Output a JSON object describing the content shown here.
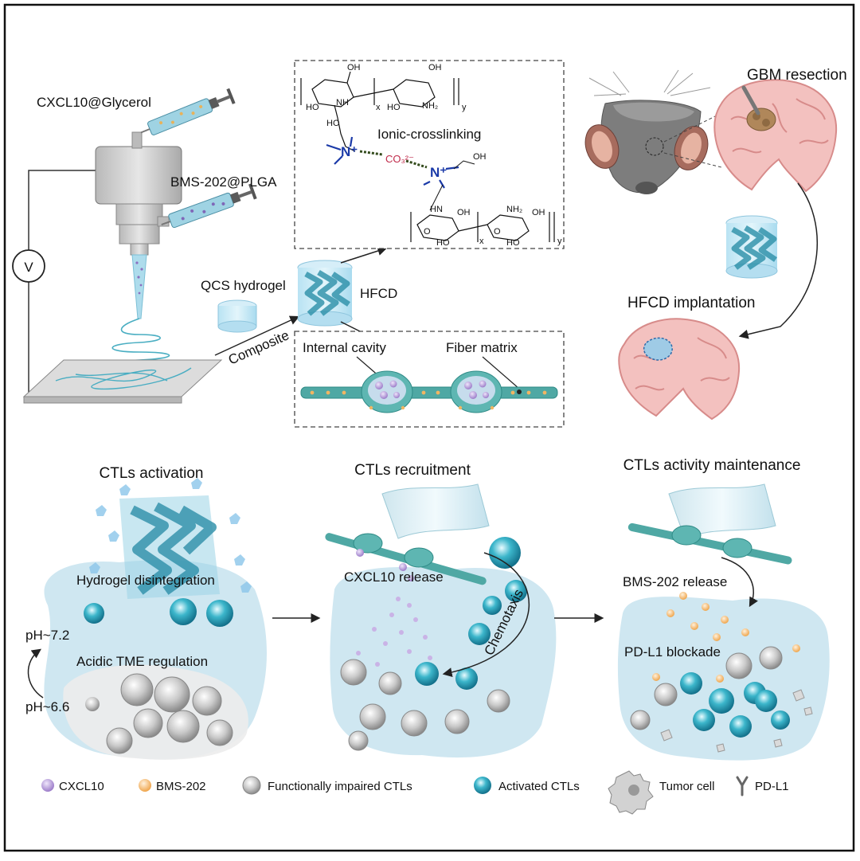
{
  "top": {
    "syringe1_label": "CXCL10@Glycerol",
    "syringe2_label": "BMS-202@PLGA",
    "voltage_symbol": "V",
    "qcs_label": "QCS hydrogel",
    "composite_label": "Composite",
    "hfcd_label": "HFCD",
    "chem_panel": {
      "title": "Ionic-crosslinking",
      "carbonate": "CO₃²⁻",
      "n_plus": "N⁺",
      "oh": "OH",
      "nh2": "NH₂",
      "nh": "NH",
      "hn": "HN",
      "ho": "HO",
      "o": "O",
      "x": "x",
      "y": "y"
    },
    "fiber_panel": {
      "internal_cavity": "Internal cavity",
      "fiber_matrix": "Fiber matrix"
    },
    "gbm_resection": "GBM resection",
    "hfcd_implantation": "HFCD implantation"
  },
  "bottom": {
    "stage1": {
      "title": "CTLs activation",
      "hydrogel_disintegration": "Hydrogel disintegration",
      "ph_high": "pH~7.2",
      "ph_low": "pH~6.6",
      "acidic_tme": "Acidic TME regulation"
    },
    "stage2": {
      "title": "CTLs recruitment",
      "release": "CXCL10 release",
      "chemotaxis": "Chemotaxis"
    },
    "stage3": {
      "title": "CTLs activity maintenance",
      "release": "BMS-202 release",
      "blockade": "PD-L1 blockade"
    }
  },
  "legend": {
    "cxcl10": "CXCL10",
    "bms202": "BMS-202",
    "impaired": "Functionally impaired CTLs",
    "activated": "Activated CTLs",
    "tumor": "Tumor cell",
    "pdl1": "PD-L1"
  },
  "colors": {
    "teal": "#2aa4b8",
    "hydrogel_blue": "#9fd6ec",
    "tme_blue": "#cfe7f1",
    "brain_pink": "#f3c1bf",
    "brain_line": "#d78b8a",
    "cxcl10_purple": "#b69ad8",
    "bms_orange": "#f6c07e",
    "gray_cell": "#b9b9b9"
  }
}
